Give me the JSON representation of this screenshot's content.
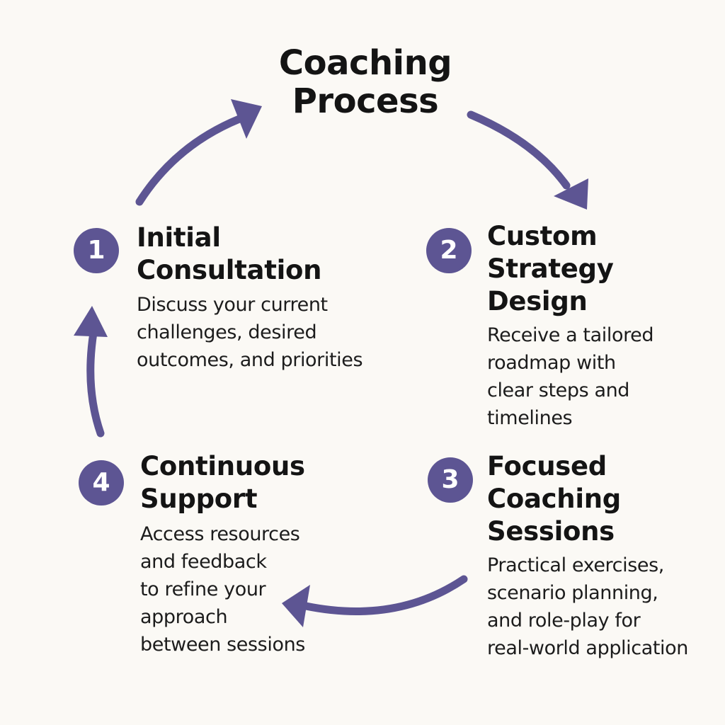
{
  "title": {
    "lines": [
      "Coaching",
      "Process"
    ]
  },
  "colors": {
    "accent": "#5d5593",
    "background": "#fbf9f5",
    "text": "#141414"
  },
  "steps": [
    {
      "number": "1",
      "title_lines": [
        "Initial",
        "Consultation"
      ],
      "desc_lines": [
        "Discuss your current",
        "challenges, desired",
        "outcomes, and priorities"
      ]
    },
    {
      "number": "2",
      "title_lines": [
        "Custom",
        "Strategy",
        "Design"
      ],
      "desc_lines": [
        "Receive a tailored",
        "roadmap with",
        "clear steps and",
        "timelines"
      ]
    },
    {
      "number": "3",
      "title_lines": [
        "Focused",
        "Coaching",
        "Sessions"
      ],
      "desc_lines": [
        "Practical exercises,",
        "scenario planning,",
        "and role-play for",
        "real-world application"
      ]
    },
    {
      "number": "4",
      "title_lines": [
        "Continuous",
        "Support"
      ],
      "desc_lines": [
        "Access resources",
        "and feedback",
        "to refine your",
        "approach",
        "between sessions"
      ]
    }
  ]
}
